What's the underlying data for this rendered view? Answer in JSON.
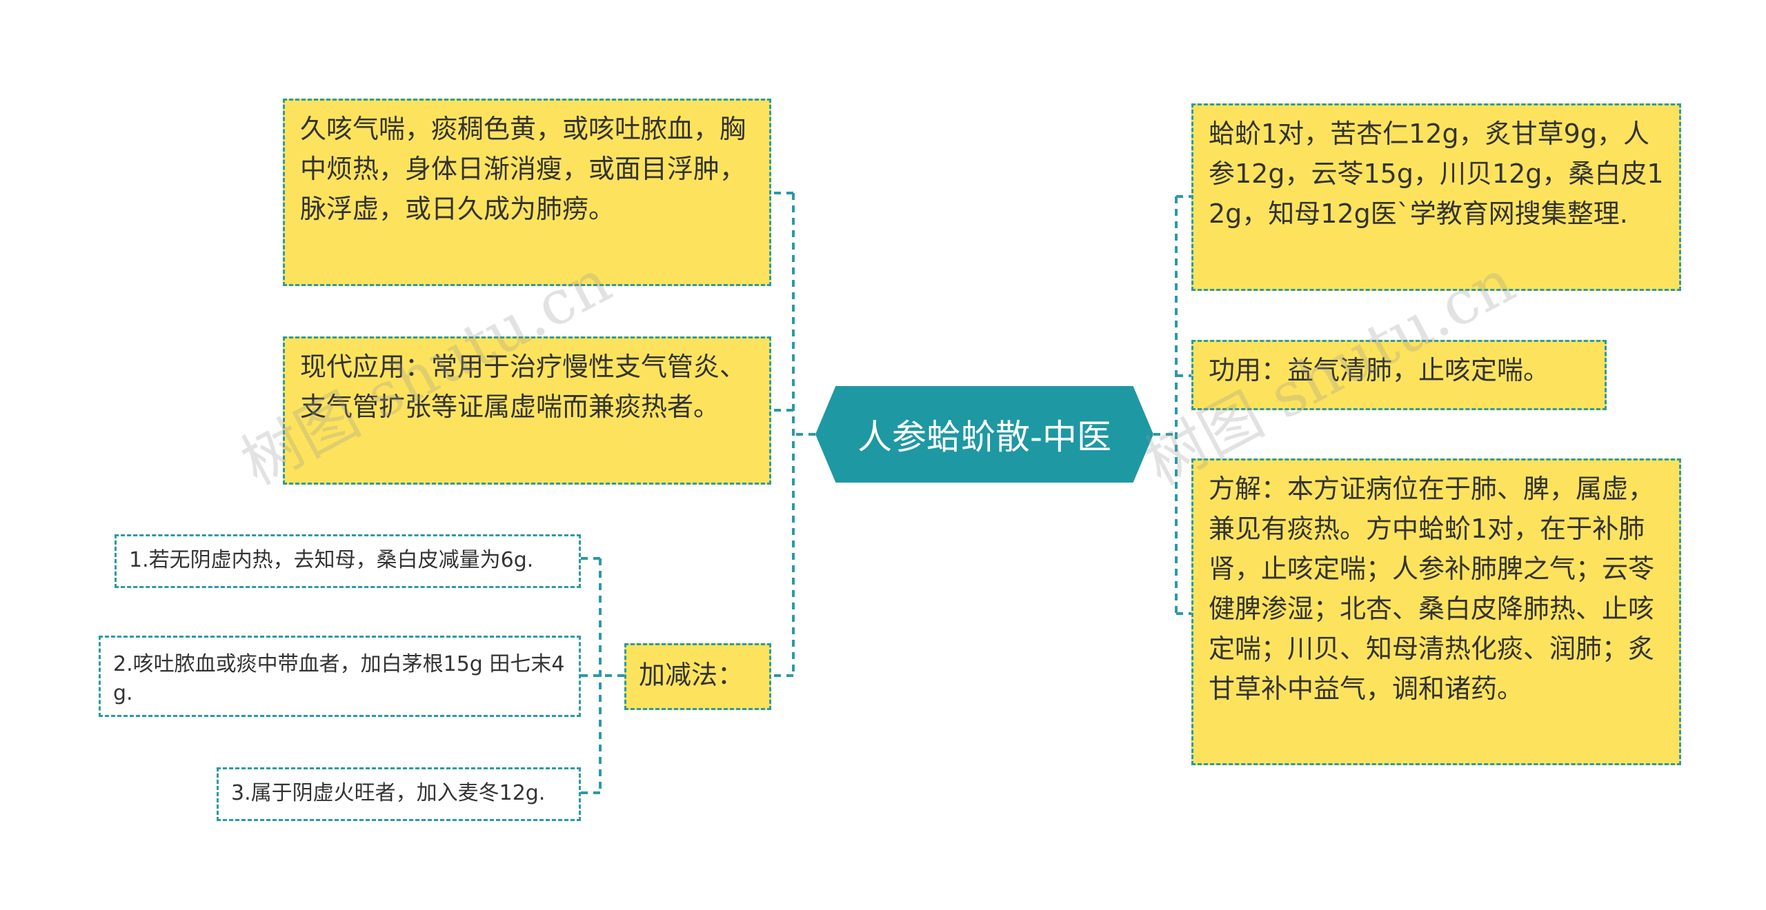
{
  "center": {
    "title": "人参蛤蚧散-中医"
  },
  "left": {
    "symptoms": "久咳气喘，痰稠色黄，或咳吐脓血，胸中烦热，身体日渐消瘦，或面目浮肿，脉浮虚，或日久成为肺痨。",
    "modern": "现代应用：常用于治疗慢性支气管炎、支气管扩张等证属虚喘而兼痰热者。",
    "jiajian": "加减法：",
    "jiajian_items": [
      "1.若无阴虚内热，去知母，桑白皮减量为6g.",
      "2.咳吐脓血或痰中带血者，加白茅根15g 田七末4g.",
      "3.属于阴虚火旺者，加入麦冬12g."
    ]
  },
  "right": {
    "ingredients": "蛤蚧1对，苦杏仁12g，炙甘草9g，人参12g，云苓15g，川贝12g，桑白皮12g，知母12g医`学教育网搜集整理.",
    "function": "功用：益气清肺，止咳定喘。",
    "analysis": "方解：本方证病位在于肺、脾，属虚，兼见有痰热。方中蛤蚧1对，在于补肺肾，止咳定喘；人参补肺脾之气；云苓健脾渗湿；北杏、桑白皮降肺热、止咳定喘；川贝、知母清热化痰、润肺；炙甘草补中益气，调和诸药。"
  },
  "watermark": "树图 shutu.cn",
  "colors": {
    "node_fill": "#fde35d",
    "center_fill": "#1e98a3",
    "line": "#2a9aa5"
  }
}
